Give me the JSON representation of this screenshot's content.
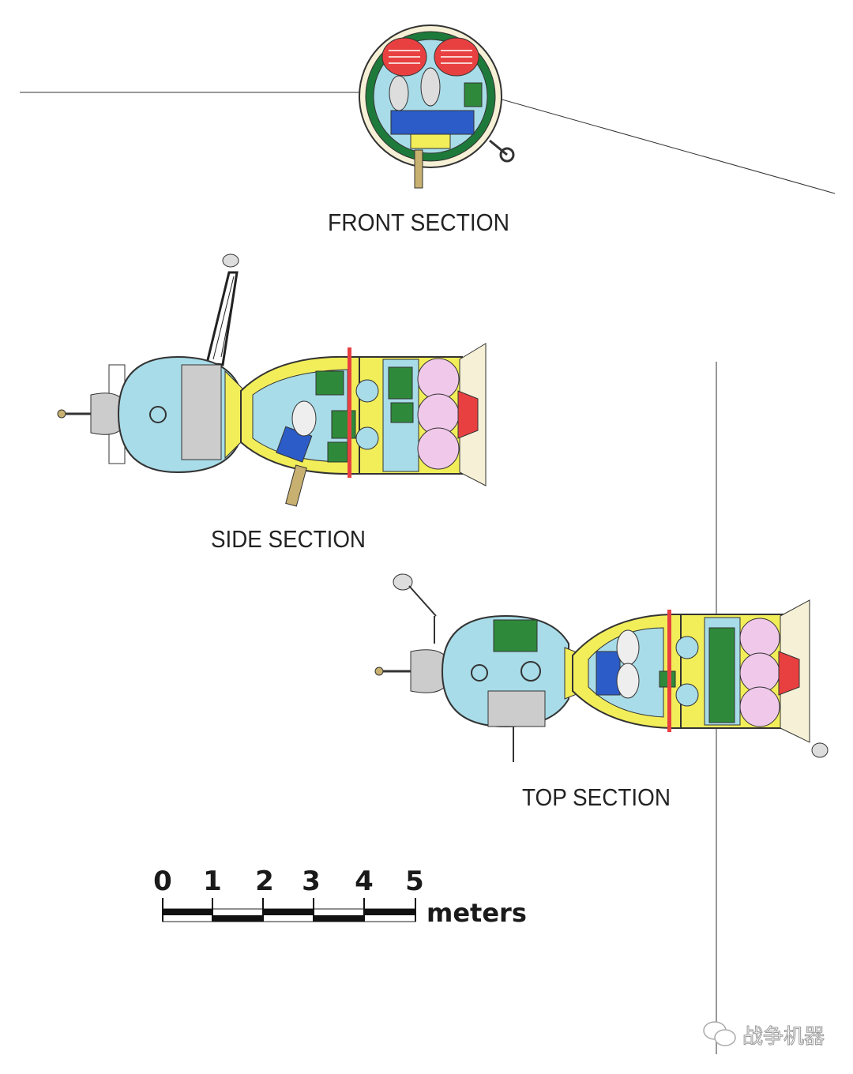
{
  "labels": {
    "front": "FRONT SECTION",
    "side": "SIDE SECTION",
    "top": "TOP SECTION"
  },
  "scale_bar": {
    "ticks": [
      "0",
      "1",
      "2",
      "3",
      "4",
      "5"
    ],
    "unit": "meters"
  },
  "watermark": {
    "text": "战争机器",
    "icon": "wechat-icon"
  },
  "colors": {
    "cabin_blue": "#a8dce8",
    "hull_yellow": "#f2ee5a",
    "equipment_green": "#2e8a3a",
    "tank_pink": "#f0c8ea",
    "seat_blue": "#2c5cc8",
    "heat_shield_red": "#e84040"
  }
}
